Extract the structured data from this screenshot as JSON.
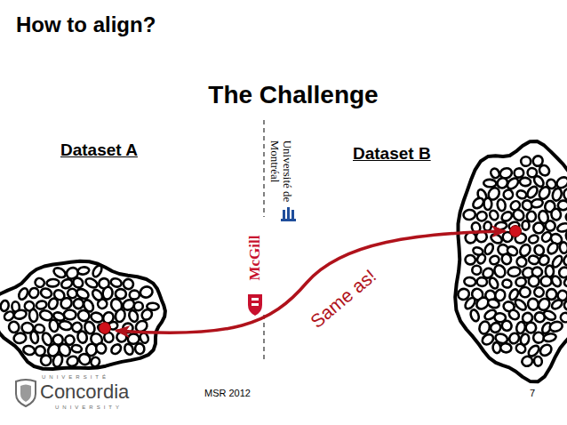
{
  "diagram": {
    "title": "How to align?",
    "nodes": [
      {
        "text": [
          "Dataset A"
        ]
      },
      {
        "text": [
          "Dataset B"
        ]
      }
    ],
    "edges": [
      {
        "from": 0,
        "to": 1,
        "arrow": "both",
        "label": "Same as!"
      }
    ],
    "labels": [
      "The Challenge",
      "Université de Montréal",
      "McGill",
      "UNIVERSITÉ",
      "Concordia",
      "UNIVERSITY",
      "MSR 2012",
      "7"
    ]
  }
}
